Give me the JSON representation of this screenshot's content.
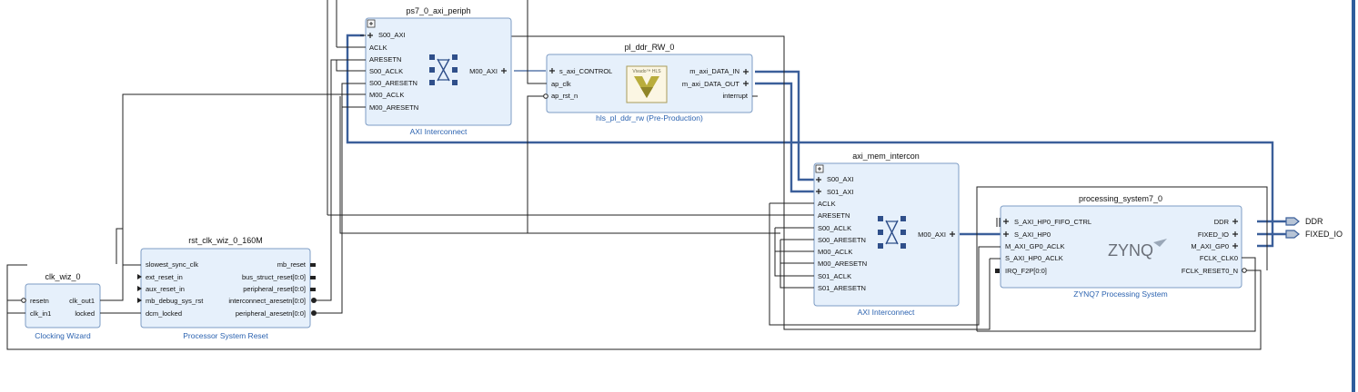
{
  "blocks": {
    "ps7_axi_periph": {
      "name": "ps7_0_axi_periph",
      "type": "AXI Interconnect",
      "ports_left": [
        "S00_AXI",
        "ACLK",
        "ARESETN",
        "S00_ACLK",
        "S00_ARESETN",
        "M00_ACLK",
        "M00_ARESETN"
      ],
      "ports_right": [
        "M00_AXI"
      ]
    },
    "pl_ddr": {
      "name": "pl_ddr_RW_0",
      "type": "hls_pl_ddr_rw (Pre-Production)",
      "ports_left": [
        "s_axi_CONTROL",
        "ap_clk",
        "ap_rst_n"
      ],
      "ports_right": [
        "m_axi_DATA_IN",
        "m_axi_DATA_OUT",
        "interrupt"
      ],
      "logo_text": "Vivado™ HLS"
    },
    "axi_mem": {
      "name": "axi_mem_intercon",
      "type": "AXI Interconnect",
      "ports_left": [
        "S00_AXI",
        "S01_AXI",
        "ACLK",
        "ARESETN",
        "S00_ACLK",
        "S00_ARESETN",
        "M00_ACLK",
        "M00_ARESETN",
        "S01_ACLK",
        "S01_ARESETN"
      ],
      "ports_right": [
        "M00_AXI"
      ]
    },
    "ps7": {
      "name": "processing_system7_0",
      "type": "ZYNQ7 Processing System",
      "ports_left": [
        "S_AXI_HP0_FIFO_CTRL",
        "S_AXI_HP0",
        "M_AXI_GP0_ACLK",
        "S_AXI_HP0_ACLK",
        "IRQ_F2P[0:0]"
      ],
      "ports_right": [
        "DDR",
        "FIXED_IO",
        "M_AXI_GP0",
        "FCLK_CLK0",
        "FCLK_RESET0_N"
      ],
      "logo_text": "ZYNQ"
    },
    "rst": {
      "name": "rst_clk_wiz_0_160M",
      "type": "Processor System Reset",
      "ports_left": [
        "slowest_sync_clk",
        "ext_reset_in",
        "aux_reset_in",
        "mb_debug_sys_rst",
        "dcm_locked"
      ],
      "ports_right": [
        "mb_reset",
        "bus_struct_reset[0:0]",
        "peripheral_reset[0:0]",
        "interconnect_aresetn[0:0]",
        "peripheral_aresetn[0:0]"
      ]
    },
    "clk": {
      "name": "clk_wiz_0",
      "type": "Clocking Wizard",
      "ports_left": [
        "resetn",
        "clk_in1"
      ],
      "ports_right": [
        "clk_out1",
        "locked"
      ]
    }
  },
  "external_ports": [
    "DDR",
    "FIXED_IO"
  ],
  "colors": {
    "bus": "#3b5f9a",
    "block_fill": "#e6f0fb",
    "block_stroke": "#7d9cc4",
    "subtitle": "#2c63b0"
  }
}
